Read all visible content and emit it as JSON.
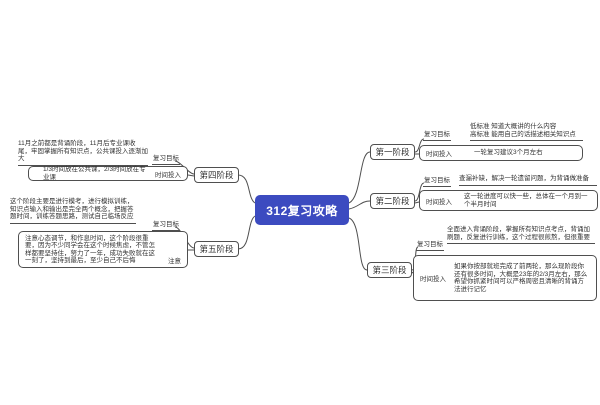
{
  "central": {
    "title": "312复习攻略"
  },
  "colors": {
    "central_bg": "#3c4bc0",
    "central_text": "#ffffff",
    "line": "#4f4f4f",
    "text": "#333333",
    "background": "#ffffff"
  },
  "stages": [
    {
      "label": "第一阶段",
      "children": [
        {
          "label": "复习目标",
          "text": "低标准 知道大概讲的什么内容\n高标准 能用自己的话描述相关知识点"
        },
        {
          "label": "时间投入",
          "text": "一轮复习建议3个月左右"
        }
      ]
    },
    {
      "label": "第二阶段",
      "children": [
        {
          "label": "复习目标",
          "text": "查漏补缺，解决一轮遗留问题，为背诵做准备"
        },
        {
          "label": "时间投入",
          "text": "这一轮进度可以快一些，总体在一个月到一个半月时间"
        }
      ]
    },
    {
      "label": "第三阶段",
      "children": [
        {
          "label": "复习目标",
          "text": "全面进入背诵阶段，掌握所有知识点考点，背诵加刷题，反复进行训练，这个过程很煎熬，但很重要"
        },
        {
          "label": "时间投入",
          "text": "如果你按部就班完成了前两轮，那么现阶段你还有很多时间，大概是23年的2/3月左右，那么希望你抓紧时间可以严格周密且清晰的背诵方法进行记忆"
        }
      ]
    },
    {
      "label": "第四阶段",
      "children": [
        {
          "label": "复习目标",
          "text": "11月之前都是背诵阶段，11月后专业课收尾，牢固掌握所有知识点，公共课投入逐渐加大"
        },
        {
          "label": "时间投入",
          "text": "1/3时间放在公共课，2/3时间放在专业课"
        }
      ]
    },
    {
      "label": "第五阶段",
      "children": [
        {
          "label": "复习目标",
          "text": "这个阶段主要是进行模考，进行模拟训练，知识点输入和输出是完全两个概念，把握答题时间，训练答题思路，测试自己临场反应"
        },
        {
          "label": "注意",
          "text": "注意心态调节，和作息时间，这个阶段很重要，因为不少同学会在这个时候焦虑，不管怎样都要坚持住，努力了一年，成功失败就在这一刻了，坚持到最后，至少自己不后悔"
        }
      ]
    }
  ]
}
